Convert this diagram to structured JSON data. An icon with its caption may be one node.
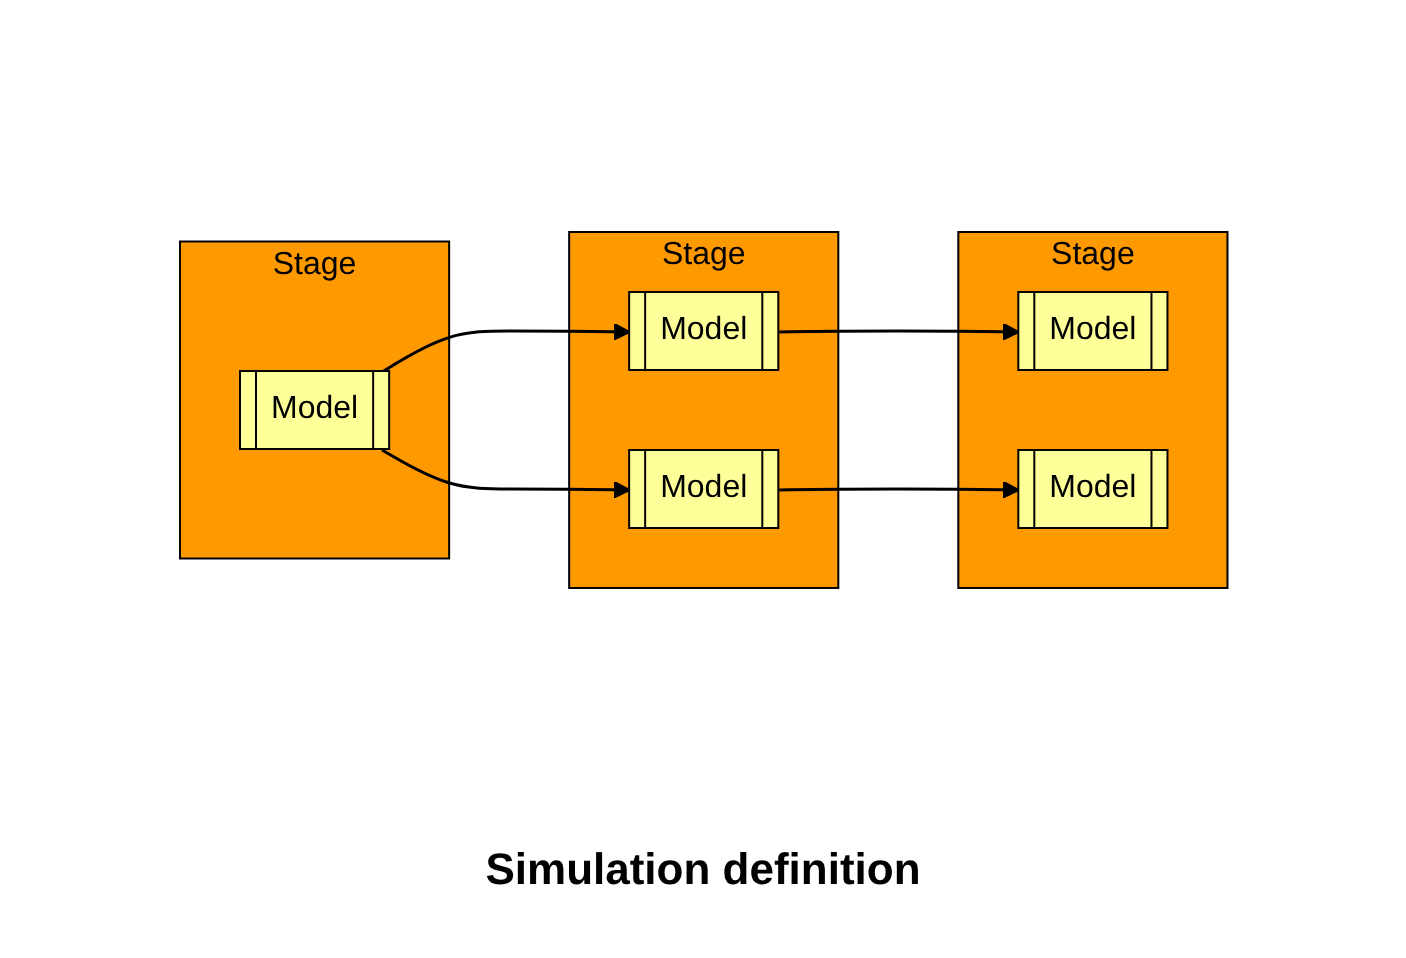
{
  "diagram": {
    "caption": "Simulation definition",
    "nodes": [
      {
        "text": [
          "Stage"
        ]
      },
      {
        "text": [
          "Model"
        ],
        "in": 0
      },
      {
        "text": [
          "Stage"
        ]
      },
      {
        "text": [
          "Model"
        ],
        "in": 2
      },
      {
        "text": [
          "Model"
        ],
        "in": 2
      },
      {
        "text": [
          "Stage"
        ]
      },
      {
        "text": [
          "Model"
        ],
        "in": 5
      },
      {
        "text": [
          "Model"
        ],
        "in": 5
      }
    ],
    "edges": [
      {
        "from": 1,
        "to": 3,
        "arrow": "to"
      },
      {
        "from": 1,
        "to": 4,
        "arrow": "to"
      },
      {
        "from": 3,
        "to": 6,
        "arrow": "to"
      },
      {
        "from": 4,
        "to": 7,
        "arrow": "to"
      }
    ]
  }
}
